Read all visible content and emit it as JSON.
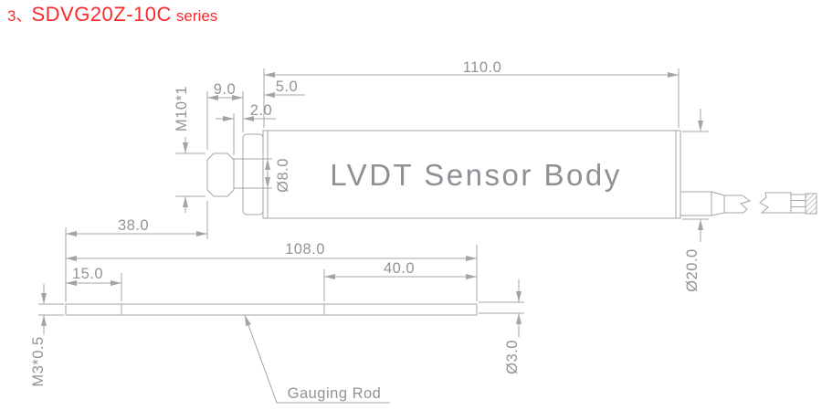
{
  "title": {
    "index": "3、",
    "model": "SDVG20Z-10C",
    "suffix": "series"
  },
  "colors": {
    "title_red": "#fa2a2a",
    "line_gray": "#a1a5a8",
    "text_gray": "#8f9498"
  },
  "diagram": {
    "body_label": "LVDT Sensor Body",
    "rod_label": "Gauging Rod",
    "dimensions": {
      "body_length": "110.0",
      "thread_section_length": "9.0",
      "front_cap_length": "5.0",
      "step_length": "2.0",
      "thread_spec": "M10*1",
      "core_shaft_diameter": "Ø8.0",
      "rod_end_to_thread": "38.0",
      "rod_length": "108.0",
      "rod_tip_section_length": "40.0",
      "rod_thread_length": "15.0",
      "rod_thread_spec": "M3*0.5",
      "rod_diameter": "Ø3.0",
      "body_diameter": "Ø20.0"
    }
  }
}
